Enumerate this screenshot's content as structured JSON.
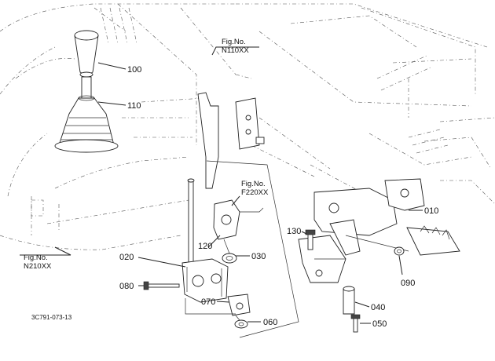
{
  "parts": [
    {
      "id": "100"
    },
    {
      "id": "110"
    },
    {
      "id": "010"
    },
    {
      "id": "130"
    },
    {
      "id": "120"
    },
    {
      "id": "030"
    },
    {
      "id": "020"
    },
    {
      "id": "080"
    },
    {
      "id": "070"
    },
    {
      "id": "060"
    },
    {
      "id": "040"
    },
    {
      "id": "050"
    },
    {
      "id": "090"
    }
  ],
  "figure_refs": [
    {
      "line1": "Fig.No.",
      "line2": "N110XX"
    },
    {
      "line1": "Fig.No.",
      "line2": "F220XX"
    },
    {
      "line1": "Fig.No.",
      "line2": "N210XX"
    }
  ],
  "drawing_code": "3C791-073-13"
}
